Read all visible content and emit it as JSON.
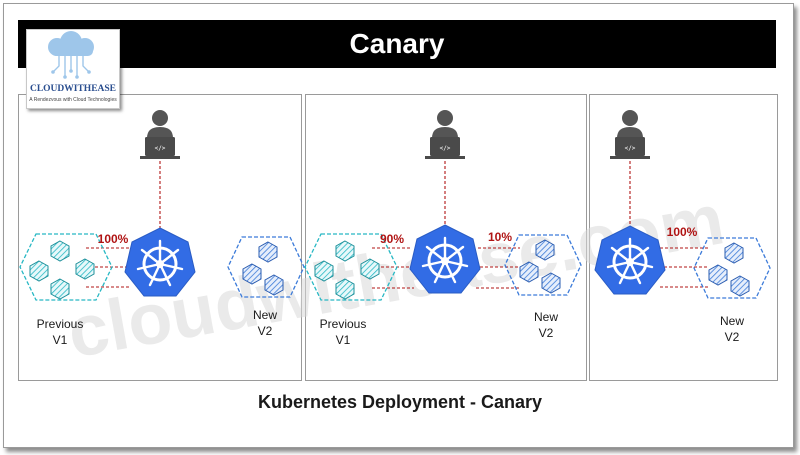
{
  "title": "Canary",
  "logo": {
    "name": "CLOUDWITHEASE",
    "tagline": "A Rendezvous with Cloud Technologies"
  },
  "watermark": "cloudwithease.com",
  "caption": "Kubernetes Deployment - Canary",
  "colors": {
    "banner": "#000000",
    "kubernetes_blue": "#326CE5",
    "traffic_red": "#B01414",
    "v1_teal": "#27B8C4",
    "v2_blue": "#3C7BD9",
    "user_gray": "#555555"
  },
  "panels": [
    {
      "v1": {
        "line1": "Previous",
        "line2": "V1",
        "traffic": "100%"
      },
      "v2": {
        "line1": "New",
        "line2": "V2",
        "traffic": ""
      }
    },
    {
      "v1": {
        "line1": "Previous",
        "line2": "V1",
        "traffic": "90%"
      },
      "v2": {
        "line1": "New",
        "line2": "V2",
        "traffic": "10%"
      }
    },
    {
      "v2": {
        "line1": "New",
        "line2": "V2",
        "traffic": "100%"
      }
    }
  ]
}
